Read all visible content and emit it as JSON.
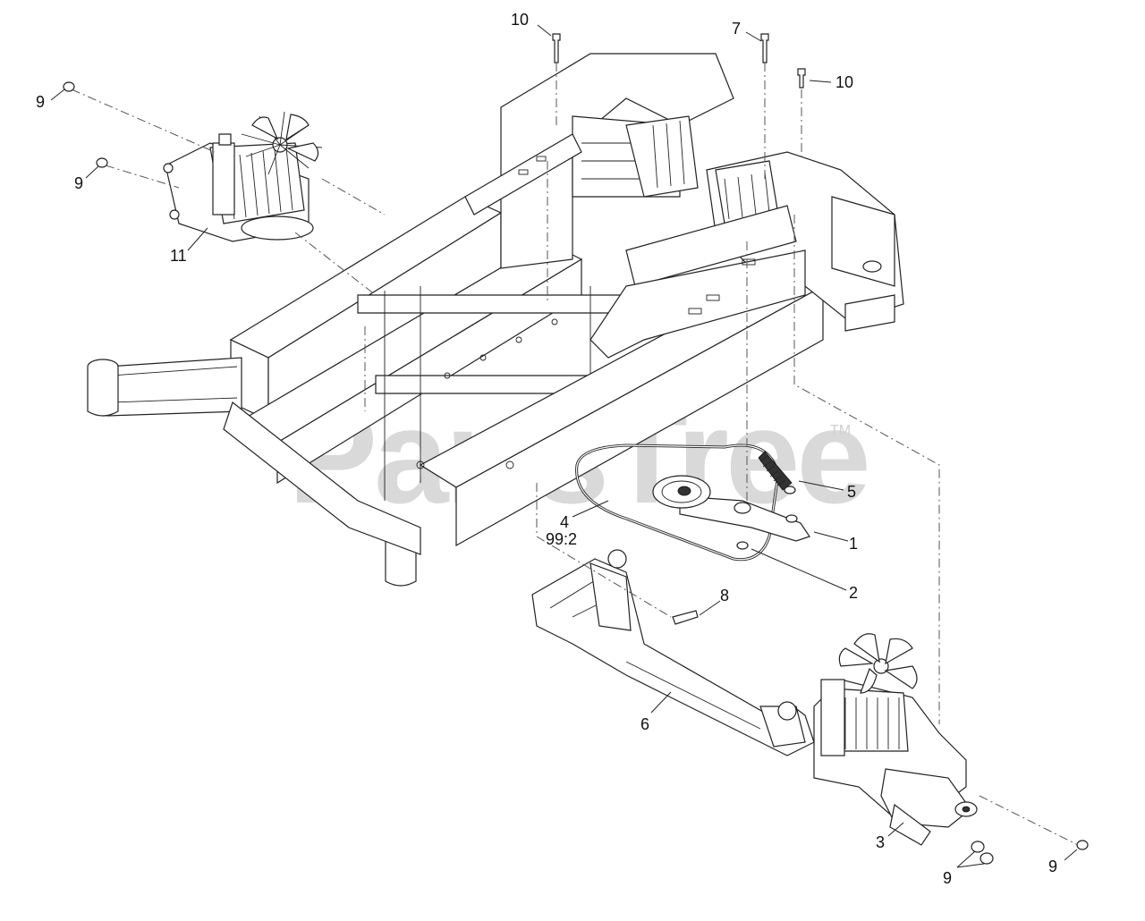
{
  "watermark": {
    "text": "PartsTree",
    "trademark": "TM"
  },
  "callouts": {
    "c10_top": "10",
    "c7": "7",
    "c10_right": "10",
    "c9_a": "9",
    "c9_b": "9",
    "c11": "11",
    "c5": "5",
    "c4": "4",
    "c4_qty": "99:2",
    "c1": "1",
    "c2": "2",
    "c8": "8",
    "c6": "6",
    "c3": "3",
    "c9_c": "9",
    "c9_d": "9"
  }
}
